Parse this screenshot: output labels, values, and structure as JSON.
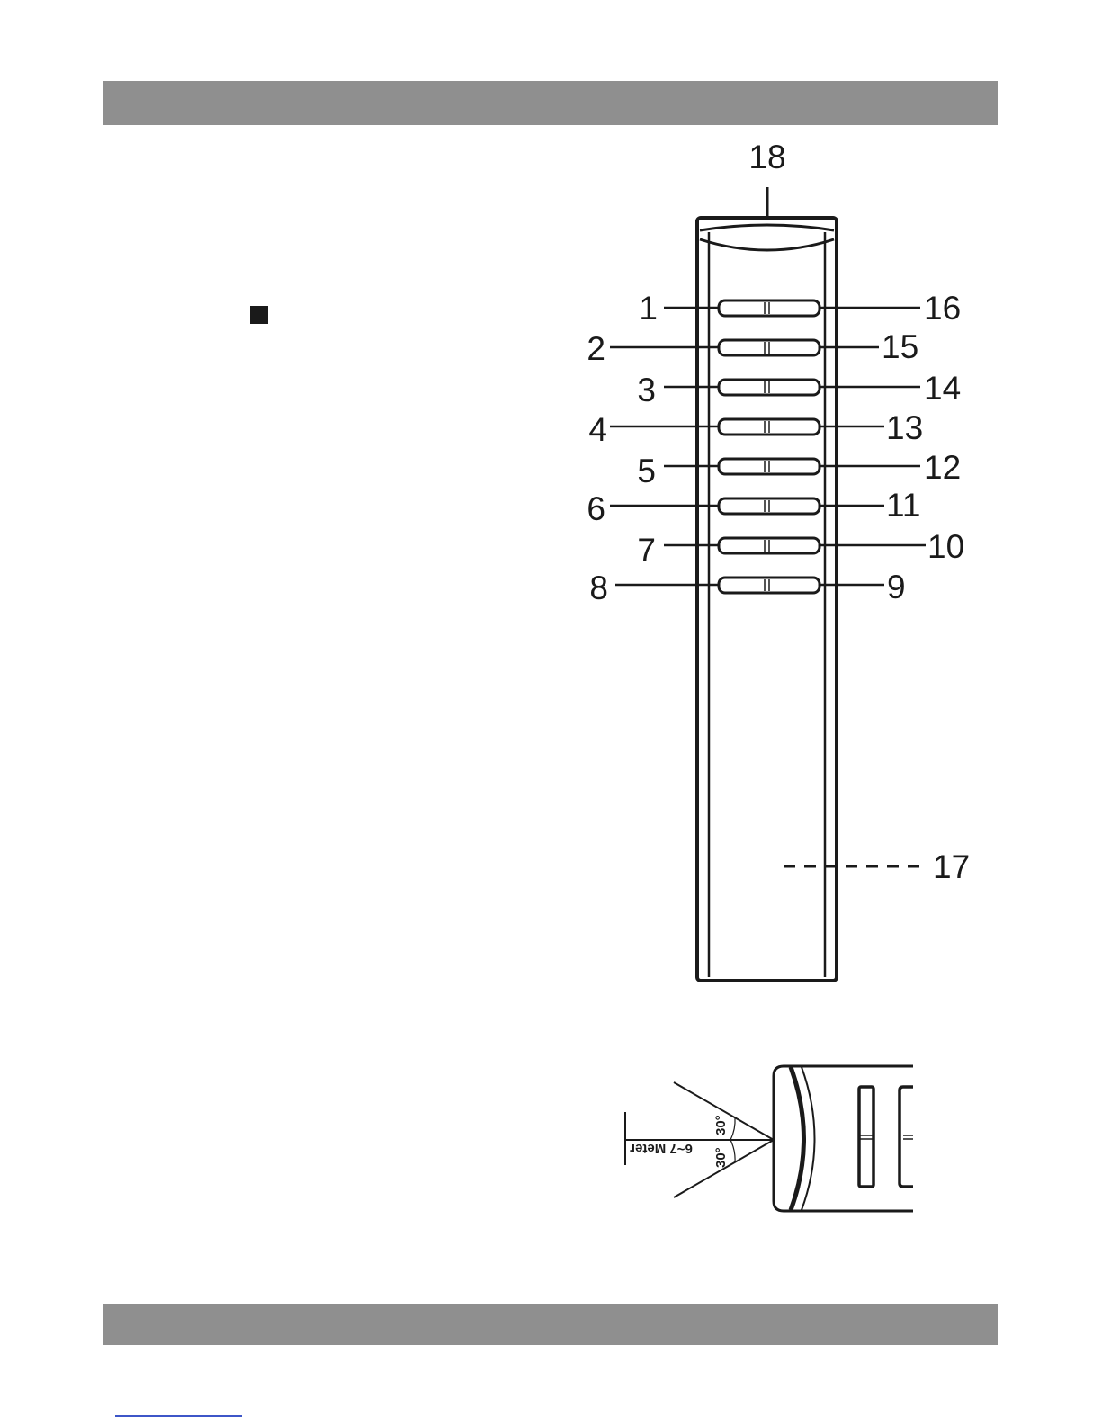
{
  "remote": {
    "top_label": "18",
    "sensor_label": "17",
    "left_labels": [
      "1",
      "2",
      "3",
      "4",
      "5",
      "6",
      "7",
      "8"
    ],
    "right_labels": [
      "16",
      "15",
      "14",
      "13",
      "12",
      "11",
      "10",
      "9"
    ]
  },
  "range_diagram": {
    "distance": "6~7 Meter",
    "angle_upper": "30°",
    "angle_lower": "30°"
  }
}
